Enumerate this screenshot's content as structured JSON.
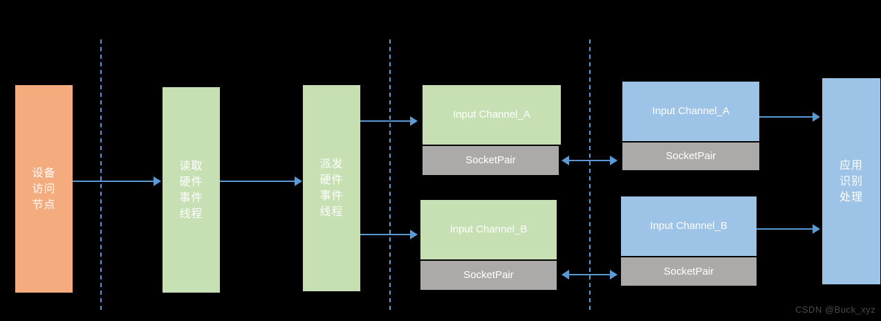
{
  "nodes": {
    "device_access": {
      "lines": [
        "设备",
        "访问",
        "节点"
      ],
      "color": "#F4AC7F"
    },
    "read_thread": {
      "lines": [
        "读取",
        "硬件",
        "事件",
        "线程"
      ],
      "color": "#C6E0B4"
    },
    "dispatch_thread": {
      "lines": [
        "派发",
        "硬件",
        "事件",
        "线程"
      ],
      "color": "#C6E0B4"
    },
    "input_channel_a_left": {
      "label": "Input Channel_A",
      "color": "#C6E0B4"
    },
    "socketpair_a_left": {
      "label": "SocketPair",
      "color": "#ACA9A9"
    },
    "input_channel_b_left": {
      "label": "Input Channel_B",
      "color": "#C6E0B4"
    },
    "socketpair_b_left": {
      "label": "SocketPair",
      "color": "#ACA9A9"
    },
    "input_channel_a_right": {
      "label": "Input Channel_A",
      "color": "#9DC3E6"
    },
    "socketpair_a_right": {
      "label": "SocketPair",
      "color": "#ACA9A9"
    },
    "input_channel_b_right": {
      "label": "Input Channel_B",
      "color": "#9DC3E6"
    },
    "socketpair_b_right": {
      "label": "SocketPair",
      "color": "#ACA9A9"
    },
    "app_processing": {
      "lines": [
        "应用",
        "识别",
        "处理"
      ],
      "color": "#9DC3E6"
    }
  },
  "connections": [
    {
      "from": "device_access",
      "to": "read_thread",
      "type": "single"
    },
    {
      "from": "read_thread",
      "to": "dispatch_thread",
      "type": "single"
    },
    {
      "from": "dispatch_thread",
      "to": "input_channel_a_left",
      "type": "single"
    },
    {
      "from": "dispatch_thread",
      "to": "input_channel_b_left",
      "type": "single"
    },
    {
      "from": "socketpair_a_left",
      "to": "socketpair_a_right",
      "type": "double"
    },
    {
      "from": "socketpair_b_left",
      "to": "socketpair_b_right",
      "type": "double"
    },
    {
      "from": "input_channel_a_right",
      "to": "app_processing",
      "type": "single"
    },
    {
      "from": "input_channel_b_right",
      "to": "app_processing",
      "type": "single"
    }
  ],
  "separators": {
    "count": 3,
    "style": "vertical-dashed"
  },
  "watermark": {
    "text": "CSDN @Buck_xyz"
  },
  "colors": {
    "background": "#000000",
    "arrow": "#5B9BD5",
    "separator": "#5B9BD5",
    "orange_node": "#F4AC7F",
    "green_node": "#C6E0B4",
    "blue_node": "#9DC3E6",
    "gray_node": "#ACA9A9",
    "node_text": "#FFFFFF",
    "watermark_text": "#4A4A4A"
  }
}
